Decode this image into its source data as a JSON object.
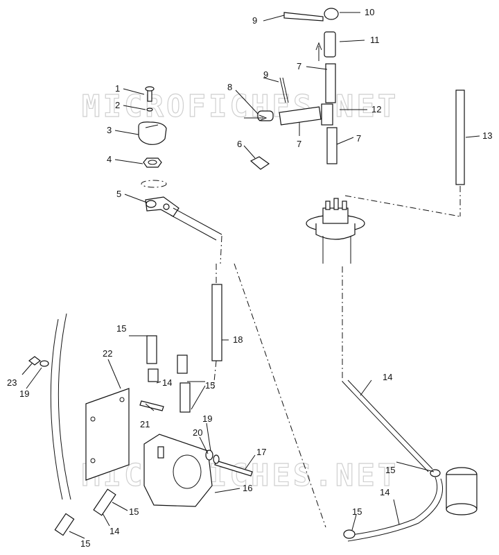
{
  "watermark": "MICROFICHES.NET",
  "labels": {
    "l1": "1",
    "l2": "2",
    "l3": "3",
    "l4": "4",
    "l5": "5",
    "l6": "6",
    "l7a": "7",
    "l7b": "7",
    "l7c": "7",
    "l8": "8",
    "l9a": "9",
    "l9b": "9",
    "l10": "10",
    "l11": "11",
    "l12": "12",
    "l13": "13",
    "l14a": "14",
    "l14b": "14",
    "l14c": "14",
    "l14d": "14",
    "l15a": "15",
    "l15b": "15",
    "l15c": "15",
    "l15d": "15",
    "l15e": "15",
    "l15f": "15",
    "l16": "16",
    "l17": "17",
    "l18": "18",
    "l19a": "19",
    "l19b": "19",
    "l20": "20",
    "l21": "21",
    "l22": "22",
    "l23": "23"
  }
}
